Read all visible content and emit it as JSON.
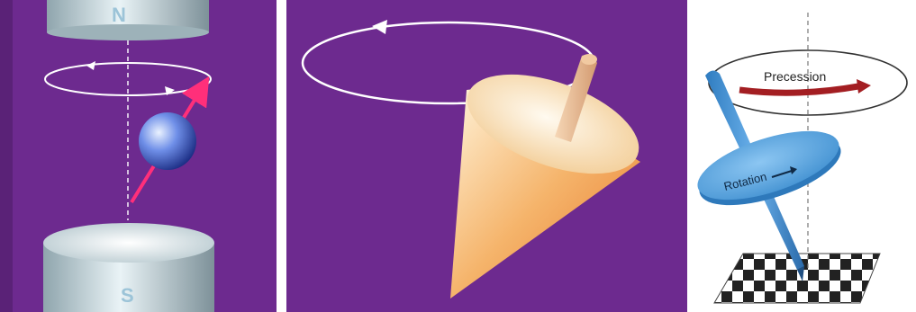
{
  "colors": {
    "background_purple": "#6d2a8f",
    "magnetization_arrow": "#ff2f7a",
    "spin_top_orange": "#f5a455",
    "precession_arrow": "#a31e22",
    "axis_blue": "#3f8fd0"
  },
  "magnet_panel": {
    "north_label": "N",
    "south_label": "S"
  },
  "gyroscope_panel": {
    "precession_label": "Precession",
    "rotation_label": "Rotation"
  }
}
